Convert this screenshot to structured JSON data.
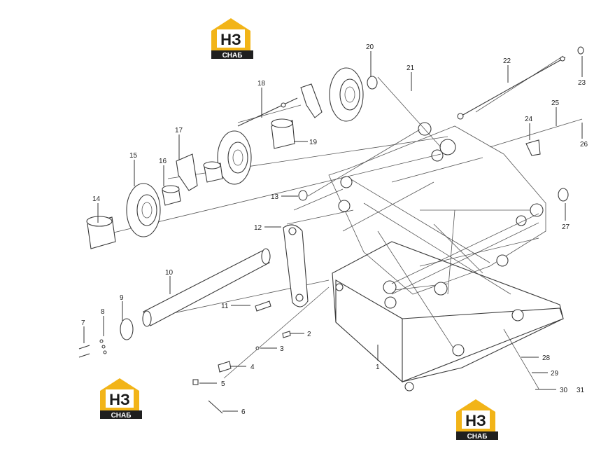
{
  "logo": {
    "mark": "НЗ",
    "caption": "СНАБ",
    "colors": {
      "yellow": "#f2b418",
      "dark": "#1f1f1f"
    }
  },
  "callouts": [
    "1",
    "2",
    "3",
    "4",
    "5",
    "6",
    "7",
    "8",
    "9",
    "10",
    "11",
    "12",
    "13",
    "14",
    "15",
    "16",
    "17",
    "18",
    "19",
    "20",
    "21",
    "22",
    "23",
    "24",
    "25",
    "26",
    "27",
    "28",
    "29",
    "30",
    "31"
  ]
}
